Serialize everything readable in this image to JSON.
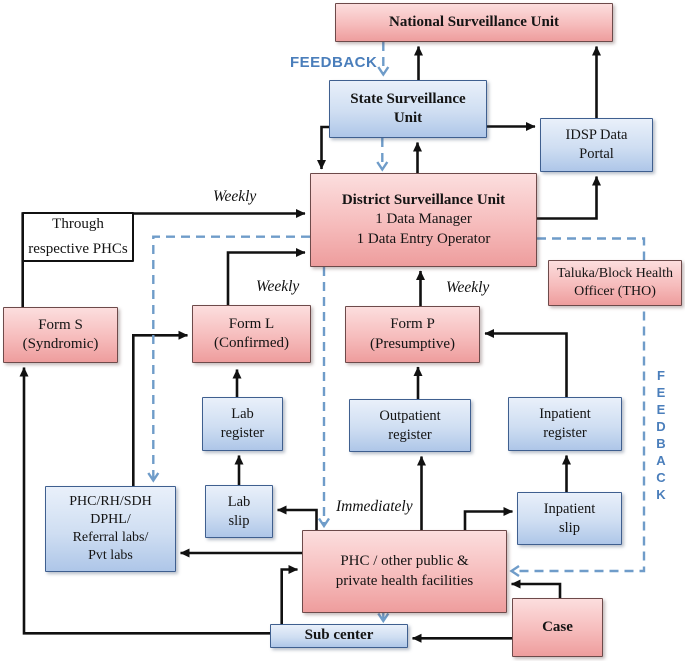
{
  "nodes": {
    "national": {
      "lines": [
        "National Surveillance Unit"
      ]
    },
    "state": {
      "lines": [
        "State Surveillance",
        "Unit"
      ]
    },
    "idsp": {
      "lines": [
        "IDSP Data",
        "Portal"
      ]
    },
    "dsu": {
      "lines": [
        "District  Surveillance Unit",
        "1 Data Manager",
        "1 Data Entry Operator"
      ]
    },
    "tho": {
      "lines": [
        "Taluka/Block  Health",
        "Officer (THO)"
      ]
    },
    "through_phcs": {
      "lines": [
        "Through",
        "respective PHCs"
      ]
    },
    "form_s": {
      "lines": [
        "Form S",
        "(Syndromic)"
      ]
    },
    "form_l": {
      "lines": [
        "Form L",
        "(Confirmed)"
      ]
    },
    "form_p": {
      "lines": [
        "Form P",
        "(Presumptive)"
      ]
    },
    "lab_register": {
      "lines": [
        "Lab",
        "register"
      ]
    },
    "outpatient_register": {
      "lines": [
        "Outpatient",
        "register"
      ]
    },
    "inpatient_register": {
      "lines": [
        "Inpatient",
        "register"
      ]
    },
    "lab_slip": {
      "lines": [
        "Lab",
        "slip"
      ]
    },
    "inpatient_slip": {
      "lines": [
        "Inpatient",
        "slip"
      ]
    },
    "phc_labs": {
      "lines": [
        "PHC/RH/SDH",
        "DPHL/",
        "Referral labs/",
        "Pvt labs"
      ]
    },
    "phc_facilities": {
      "lines": [
        "PHC / other public  &",
        "private health facilities"
      ]
    },
    "sub_center": {
      "lines": [
        "Sub center"
      ]
    },
    "case": {
      "lines": [
        "Case"
      ]
    }
  },
  "labels": {
    "feedback_top": "FEEDBACK",
    "feedback_right": "FEEDBACK",
    "weekly_left": "Weekly",
    "weekly_form_l": "Weekly",
    "weekly_form_p": "Weekly",
    "immediately": "Immediately"
  },
  "colors": {
    "pink_box_top": "#fcdede",
    "pink_box_bottom": "#ee9d9d",
    "pink_border": "#6d4a4a",
    "blue_box_top": "#e9f0fa",
    "blue_box_bottom": "#aec6e8",
    "blue_border": "#3f5f8f",
    "arrow_black": "#111111",
    "dashed_blue": "#6f9cc9",
    "feedback_text": "#4a7ebb"
  }
}
